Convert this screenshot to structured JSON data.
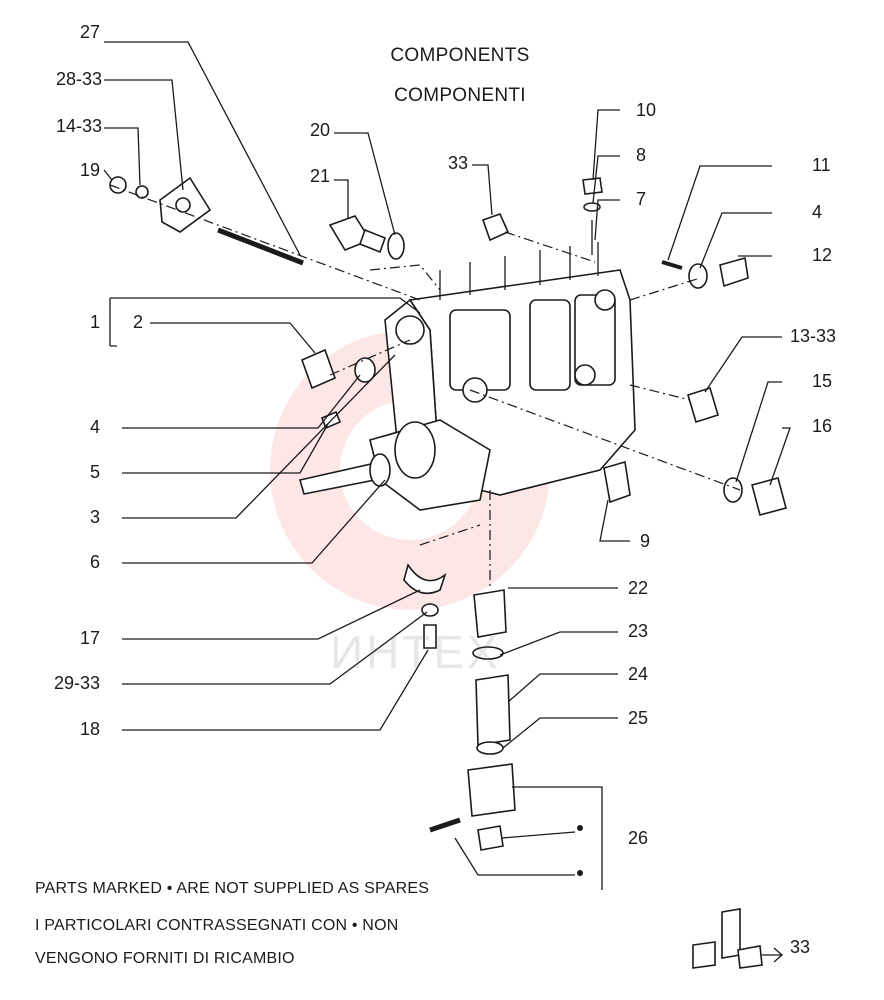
{
  "title_en": "COMPONENTS",
  "title_it": "COMPONENTI",
  "watermark_text": "ИНТЕХ",
  "callouts": {
    "c27": "27",
    "c28_33": "28-33",
    "c14_33": "14-33",
    "c19": "19",
    "c20": "20",
    "c21": "21",
    "c33": "33",
    "c10": "10",
    "c8": "8",
    "c7": "7",
    "c11": "11",
    "c4r": "4",
    "c12": "12",
    "c1": "1",
    "c2": "2",
    "c13_33": "13-33",
    "c15": "15",
    "c16": "16",
    "c4l": "4",
    "c5": "5",
    "c3": "3",
    "c6": "6",
    "c9": "9",
    "c22": "22",
    "c17": "17",
    "c23": "23",
    "c29_33": "29-33",
    "c24": "24",
    "c18": "18",
    "c25": "25",
    "c26": "26",
    "c33_icon": "33"
  },
  "note": {
    "line1": "PARTS MARKED • ARE NOT SUPPLIED AS SPARES",
    "line2": "I  PARTICOLARI  CONTRASSEGNATI  CON  •  NON",
    "line3": "VENGONO FORNITI DI RICAMBIO"
  },
  "colors": {
    "ink": "#1b1b1b",
    "watermark": "#e8393a"
  }
}
